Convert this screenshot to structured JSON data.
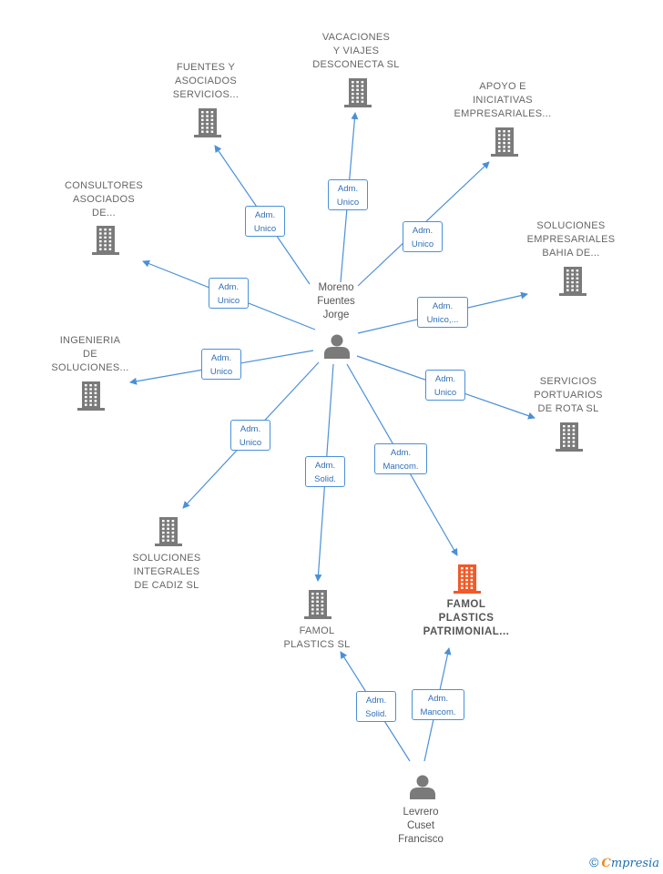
{
  "nodes": [
    {
      "id": "vacaciones",
      "label": [
        "VACACIONES",
        "Y VIAJES",
        "DESCONECTA SL"
      ],
      "kind": "company",
      "highlight": false
    },
    {
      "id": "fuentes",
      "label": [
        "FUENTES Y",
        "ASOCIADOS",
        "SERVICIOS..."
      ],
      "kind": "company",
      "highlight": false
    },
    {
      "id": "apoyo",
      "label": [
        "APOYO E",
        "INICIATIVAS",
        "EMPRESARIALES..."
      ],
      "kind": "company",
      "highlight": false
    },
    {
      "id": "consultores",
      "label": [
        "CONSULTORES",
        "ASOCIADOS",
        "DE..."
      ],
      "kind": "company",
      "highlight": false
    },
    {
      "id": "bahia",
      "label": [
        "SOLUCIONES",
        "EMPRESARIALES",
        "BAHIA DE..."
      ],
      "kind": "company",
      "highlight": false
    },
    {
      "id": "ingenieria",
      "label": [
        "INGENIERIA",
        "DE",
        "SOLUCIONES..."
      ],
      "kind": "company",
      "highlight": false
    },
    {
      "id": "rota",
      "label": [
        "SERVICIOS",
        "PORTUARIOS",
        "DE ROTA  SL"
      ],
      "kind": "company",
      "highlight": false
    },
    {
      "id": "cadiz",
      "label": [
        "SOLUCIONES",
        "INTEGRALES",
        "DE CADIZ  SL"
      ],
      "kind": "company",
      "highlight": false
    },
    {
      "id": "famol",
      "label": [
        "FAMOL",
        "PLASTICS  SL"
      ],
      "kind": "company",
      "highlight": false
    },
    {
      "id": "patrimonial",
      "label": [
        "FAMOL",
        "PLASTICS",
        "PATRIMONIAL..."
      ],
      "kind": "company",
      "highlight": true
    },
    {
      "id": "moreno",
      "label": [
        "Moreno",
        "Fuentes",
        "Jorge"
      ],
      "kind": "person"
    },
    {
      "id": "levrero",
      "label": [
        "Levrero",
        "Cuset",
        "Francisco"
      ],
      "kind": "person"
    }
  ],
  "edges": [
    {
      "from": "moreno",
      "to": "vacaciones",
      "label": [
        "Adm.",
        "Unico"
      ]
    },
    {
      "from": "moreno",
      "to": "fuentes",
      "label": [
        "Adm.",
        "Unico"
      ]
    },
    {
      "from": "moreno",
      "to": "apoyo",
      "label": [
        "Adm.",
        "Unico"
      ]
    },
    {
      "from": "moreno",
      "to": "consultores",
      "label": [
        "Adm.",
        "Unico"
      ]
    },
    {
      "from": "moreno",
      "to": "bahia",
      "label": [
        "Adm.",
        "Unico,..."
      ]
    },
    {
      "from": "moreno",
      "to": "ingenieria",
      "label": [
        "Adm.",
        "Unico"
      ]
    },
    {
      "from": "moreno",
      "to": "rota",
      "label": [
        "Adm.",
        "Unico"
      ]
    },
    {
      "from": "moreno",
      "to": "cadiz",
      "label": [
        "Adm.",
        "Unico"
      ]
    },
    {
      "from": "moreno",
      "to": "famol",
      "label": [
        "Adm.",
        "Solid."
      ]
    },
    {
      "from": "moreno",
      "to": "patrimonial",
      "label": [
        "Adm.",
        "Mancom."
      ]
    },
    {
      "from": "levrero",
      "to": "famol",
      "label": [
        "Adm.",
        "Solid."
      ]
    },
    {
      "from": "levrero",
      "to": "patrimonial",
      "label": [
        "Adm.",
        "Mancom."
      ]
    }
  ],
  "colors": {
    "edge": "#4a90d9",
    "company_icon": "#7a7a7a",
    "company_icon_highlight": "#f05a28",
    "person_icon": "#7a7a7a"
  },
  "footer": {
    "copyright": "©",
    "brand_first": "C",
    "brand_rest": "mpresia"
  }
}
